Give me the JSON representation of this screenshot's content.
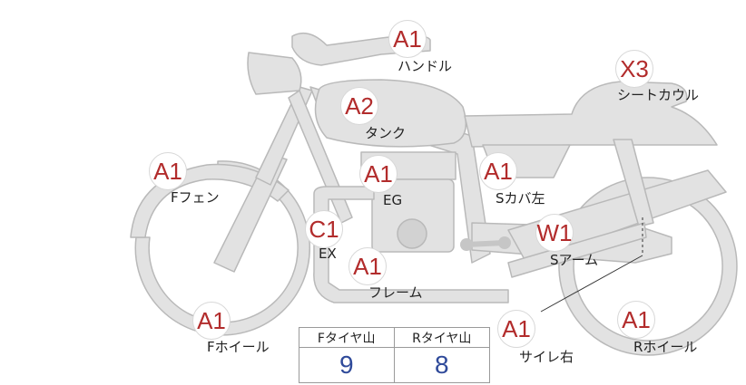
{
  "colors": {
    "grade_text": "#b22c2c",
    "tread_value": "#2f4a9a",
    "bike_fill": "#e2e2e2",
    "bike_stroke": "#b9b9b9"
  },
  "parts": [
    {
      "key": "handle",
      "grade": "A1",
      "label": "ハンドル"
    },
    {
      "key": "tank",
      "grade": "A2",
      "label": "タンク"
    },
    {
      "key": "seat_cowl",
      "grade": "X3",
      "label": "シートカウル"
    },
    {
      "key": "f_fender",
      "grade": "A1",
      "label": "Fフェン"
    },
    {
      "key": "eg",
      "grade": "A1",
      "label": "EG"
    },
    {
      "key": "s_cover_left",
      "grade": "A1",
      "label": "Sカバ左"
    },
    {
      "key": "ex",
      "grade": "C1",
      "label": "EX"
    },
    {
      "key": "s_arm",
      "grade": "W1",
      "label": "Sアーム"
    },
    {
      "key": "frame",
      "grade": "A1",
      "label": "フレーム"
    },
    {
      "key": "f_wheel",
      "grade": "A1",
      "label": "Fホイール"
    },
    {
      "key": "silencer_right",
      "grade": "A1",
      "label": "サイレ右"
    },
    {
      "key": "r_wheel",
      "grade": "A1",
      "label": "Rホイール"
    }
  ],
  "tread": {
    "front_header": "Fタイヤ山",
    "rear_header": "Rタイヤ山",
    "front_value": "9",
    "rear_value": "8"
  }
}
